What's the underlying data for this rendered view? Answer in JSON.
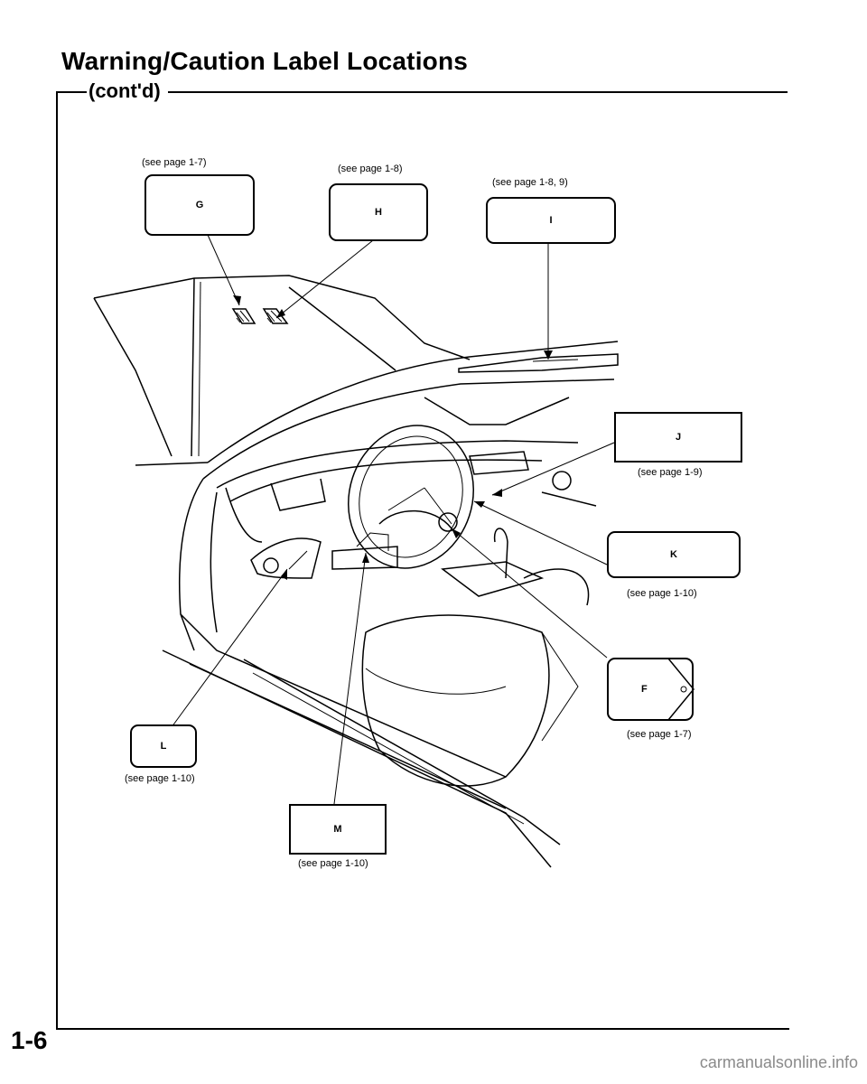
{
  "header": {
    "title": "Warning/Caution Label Locations",
    "subtitle": "(cont'd)"
  },
  "labels": [
    {
      "id": "G",
      "text": "G",
      "ref": "(see page 1-7)"
    },
    {
      "id": "H",
      "text": "H",
      "ref": "(see page 1-8)"
    },
    {
      "id": "I",
      "text": "I",
      "ref": "(see page 1-8, 9)"
    },
    {
      "id": "J",
      "text": "J",
      "ref": "(see page 1-9)"
    },
    {
      "id": "K",
      "text": "K",
      "ref": "(see page 1-10)"
    },
    {
      "id": "F",
      "text": "F",
      "ref": "(see page 1-7)"
    },
    {
      "id": "L",
      "text": "L",
      "ref": "(see page 1-10)"
    },
    {
      "id": "M",
      "text": "M",
      "ref": "(see page 1-10)"
    }
  ],
  "footer": {
    "page_number": "1-6",
    "watermark": "carmanualsonline.info"
  }
}
